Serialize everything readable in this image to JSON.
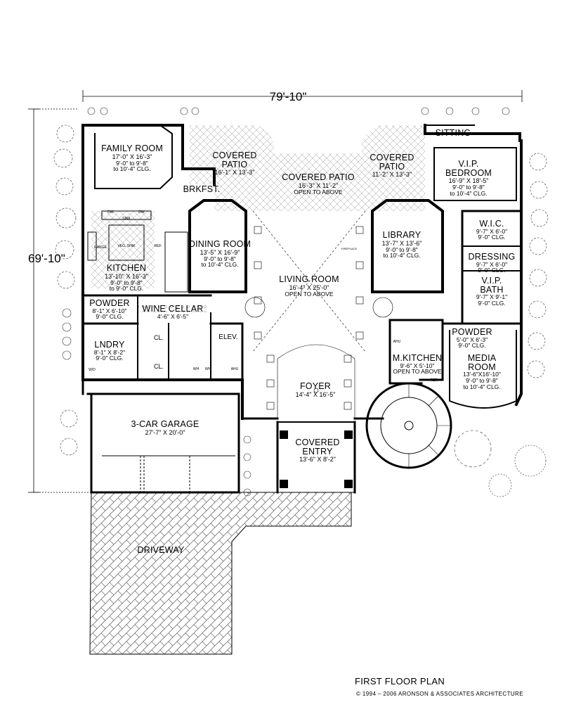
{
  "dimensions": {
    "width": "79'-10\"",
    "height": "69'-10\""
  },
  "rooms": {
    "family_room": {
      "name": "FAMILY ROOM",
      "size": "17'-0\" X 16'-3\"",
      "clg1": "9'-0\" to 9'-8\"",
      "clg2": "to 10'-4\" CLG."
    },
    "covered_patio_left": {
      "name1": "COVERED",
      "name2": "PATIO",
      "size": "16'-1\" X 13'-3\""
    },
    "covered_patio_center": {
      "name": "COVERED PATIO",
      "size": "16'-3\" X 11'-2\"",
      "note": "OPEN TO ABOVE"
    },
    "covered_patio_right": {
      "name1": "COVERED",
      "name2": "PATIO",
      "size": "11'-2\" X 13'-3\""
    },
    "sitting": {
      "name": "SITTING"
    },
    "vip_bedroom": {
      "name1": "V.I.P.",
      "name2": "BEDROOM",
      "size": "16'-9\" X 18'-5\"",
      "clg1": "9'-0\" to 9'-8\"",
      "clg2": "to 10'-4\" CLG."
    },
    "brkfst": {
      "name": "BRKFST."
    },
    "kitchen": {
      "name": "KITCHEN",
      "size": "13'-10\" X 16'-3\"",
      "clg1": "9'-0\" to 9'-8\"",
      "clg2": "to 9'-0\" CLG."
    },
    "dining_room": {
      "name": "DINING ROOM",
      "size": "13'-5\" X 16'-9\"",
      "clg1": "9'-0\" to 9'-8\"",
      "clg2": "to 10'-4\" CLG."
    },
    "living_room": {
      "name": "LIVING ROOM",
      "size": "16'-4\" X 25'-0\"",
      "note": "OPEN TO ABOVE"
    },
    "library": {
      "name": "LIBRARY",
      "size": "13'-7\" X 13'-6\"",
      "clg1": "9'-0\" to 9'-8\"",
      "clg2": "to 10'-4\" CLG."
    },
    "wic": {
      "name": "W.I.C.",
      "size": "9'-7\" X 6'-0\"",
      "clg": "9'-0\" CLG."
    },
    "dressing": {
      "name": "DRESSING",
      "size": "9'-7\" X 6'-0\"",
      "clg": "9'-0\" CLG."
    },
    "vip_bath": {
      "name1": "V.I.P.",
      "name2": "BATH",
      "size": "9'-7\" X 9'-1\"",
      "clg": "9'-0\" CLG."
    },
    "powder_left": {
      "name": "POWDER",
      "size": "8'-1\" X 6'-10\"",
      "clg": "9'-0\" CLG."
    },
    "wine_cellar": {
      "name": "WINE CELLAR",
      "size": "4'-6\" X 6'-5\""
    },
    "lndry": {
      "name": "LNDRY",
      "size": "8'-1\" X 8'-2\"",
      "clg": "9'-0\" CLG."
    },
    "powder_right": {
      "name": "POWDER",
      "size": "5'-0\" X 6'-3\"",
      "clg": "9'-0\" CLG."
    },
    "m_kitchen": {
      "name": "M.KITCHEN",
      "size": "9'-6\" X 5'-10\"",
      "note": "OPEN TO ABOVE"
    },
    "media_room": {
      "name1": "MEDIA",
      "name2": "ROOM",
      "size": "13'-6\"X16'-10\"",
      "clg1": "9'-0\" to 9'-8\"",
      "clg2": "to 10'-4\" CLG."
    },
    "foyer": {
      "name": "FOYER",
      "size": "14'-4\" X 16'-5\""
    },
    "garage": {
      "name": "3-CAR GARAGE",
      "size": "27'-7\" X 20'-0\""
    },
    "covered_entry": {
      "name1": "COVERED",
      "name2": "ENTRY",
      "size": "13'-6\" X 8'-2\""
    },
    "driveway": {
      "name": "DRIVEWAY"
    }
  },
  "fixtures": {
    "elev": "ELEV.",
    "cl1": "CL.",
    "cl2": "CL.",
    "ref1": "REF.",
    "ref2": "REF.",
    "fireplace": "FIREPLACE",
    "dw1": "DW.",
    "dw2": "DW.",
    "sink": "SINK",
    "range": "RANGE",
    "veg_sink": "VEG. SINK",
    "wh1": "WH",
    "wh2": "WH",
    "ahu1": "AHU",
    "ahu2": "AHU",
    "wd": "W/D"
  },
  "title": "FIRST FLOOR PLAN",
  "copyright": "© 1994 – 2006 ARONSON & ASSOCIATES ARCHITECTURE"
}
